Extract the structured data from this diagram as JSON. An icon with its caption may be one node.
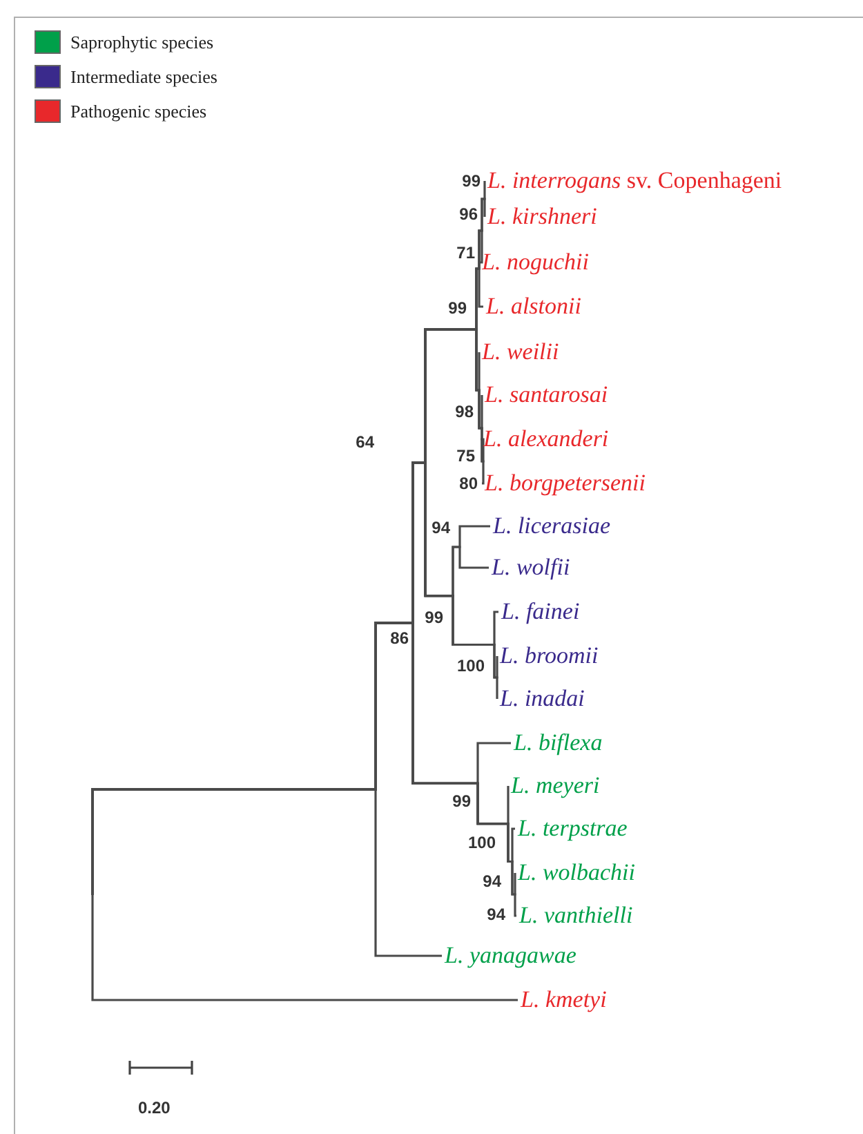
{
  "diagram": {
    "nodes": [
      {
        "text": [
          "*L. interrogans* sv. Copenhageni"
        ]
      },
      {
        "text": [
          "L. kirshneri"
        ]
      },
      {
        "text": [
          "L. noguchii"
        ]
      },
      {
        "text": [
          "L. alstonii"
        ]
      },
      {
        "text": [
          "L. weilii"
        ]
      },
      {
        "text": [
          "L. santarosai"
        ]
      },
      {
        "text": [
          "L. alexanderi"
        ]
      },
      {
        "text": [
          "L. borgpetersenii"
        ]
      },
      {
        "text": [
          "L. licerasiae"
        ]
      },
      {
        "text": [
          "L. wolfii"
        ]
      },
      {
        "text": [
          "L. fainei"
        ]
      },
      {
        "text": [
          "L. broomii"
        ]
      },
      {
        "text": [
          "L. inadai"
        ]
      },
      {
        "text": [
          "L. biflexa"
        ]
      },
      {
        "text": [
          "L. meyeri"
        ]
      },
      {
        "text": [
          "L. terpstrae"
        ]
      },
      {
        "text": [
          "L. wolbachii"
        ]
      },
      {
        "text": [
          "L. vanthielli"
        ]
      },
      {
        "text": [
          "L. yanagawae"
        ]
      },
      {
        "text": [
          "L. kmetyi"
        ]
      }
    ],
    "edges": [
      {
        "from": null,
        "to": 0,
        "arrow": "none"
      },
      {
        "from": null,
        "to": 1,
        "arrow": "none"
      },
      {
        "from": null,
        "to": 2,
        "arrow": "none"
      },
      {
        "from": null,
        "to": 3,
        "arrow": "none"
      },
      {
        "from": null,
        "to": 4,
        "arrow": "none"
      },
      {
        "from": null,
        "to": 5,
        "arrow": "none"
      },
      {
        "from": null,
        "to": 6,
        "arrow": "none"
      },
      {
        "from": null,
        "to": 7,
        "arrow": "none"
      },
      {
        "from": null,
        "to": 8,
        "arrow": "none"
      },
      {
        "from": null,
        "to": 9,
        "arrow": "none"
      },
      {
        "from": null,
        "to": 10,
        "arrow": "none"
      },
      {
        "from": null,
        "to": 11,
        "arrow": "none"
      },
      {
        "from": null,
        "to": 12,
        "arrow": "none"
      },
      {
        "from": null,
        "to": 13,
        "arrow": "none"
      },
      {
        "from": null,
        "to": 14,
        "arrow": "none"
      },
      {
        "from": null,
        "to": 15,
        "arrow": "none"
      },
      {
        "from": null,
        "to": 16,
        "arrow": "none"
      },
      {
        "from": null,
        "to": 17,
        "arrow": "none"
      },
      {
        "from": null,
        "to": 18,
        "arrow": "none"
      },
      {
        "from": null,
        "to": 19,
        "arrow": "none"
      }
    ],
    "labels": [
      "99",
      "96",
      "71",
      "99",
      "98",
      "64",
      "75",
      "80",
      "94",
      "99",
      "86",
      "100",
      "99",
      "100",
      "94",
      "94",
      "0.20"
    ],
    "legend": [
      {
        "text": "Saprophytic species",
        "color": "#00a04a"
      },
      {
        "text": "Intermediate species",
        "color": "#3a2a8c"
      },
      {
        "text": "Pathogenic species",
        "color": "#e8282b"
      }
    ]
  }
}
